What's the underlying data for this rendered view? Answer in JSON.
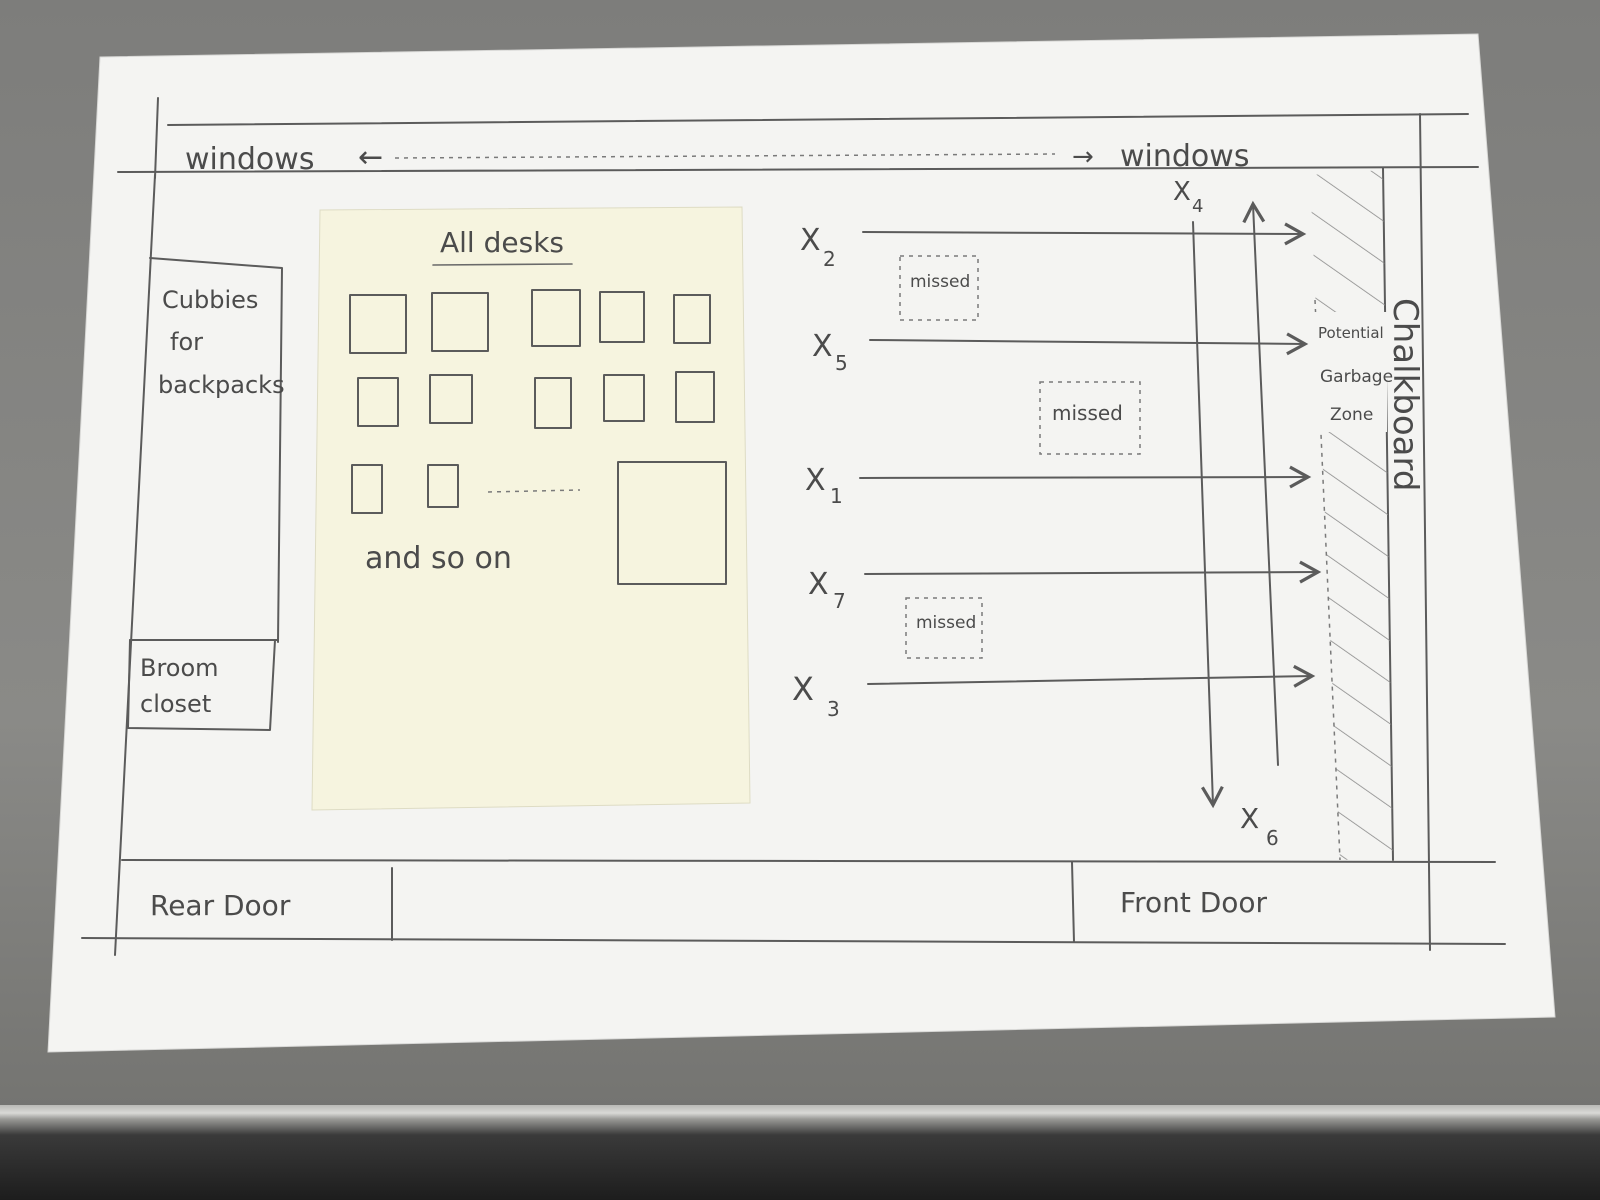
{
  "windows": {
    "left_label": "windows",
    "right_label": "windows"
  },
  "sticky_note": {
    "title": "All desks",
    "caption": "and so on"
  },
  "left_wall": {
    "cubbies_lines": [
      "Cubbies",
      "for",
      "backpacks"
    ],
    "broom_lines": [
      "Broom",
      "closet"
    ]
  },
  "paths": {
    "x2": {
      "letter": "X",
      "sub": "2"
    },
    "x5": {
      "letter": "X",
      "sub": "5"
    },
    "x1": {
      "letter": "X",
      "sub": "1"
    },
    "x7": {
      "letter": "X",
      "sub": "7"
    },
    "x3": {
      "letter": "X",
      "sub": "3"
    },
    "x4": {
      "letter": "X",
      "sub": "4"
    },
    "x6": {
      "letter": "X",
      "sub": "6"
    }
  },
  "missed_label": "missed",
  "garbage_lines": [
    "Potential",
    "Garbage",
    "Zone"
  ],
  "chalkboard_label": "Chalkboard",
  "doors": {
    "rear": "Rear Door",
    "front": "Front Door"
  }
}
